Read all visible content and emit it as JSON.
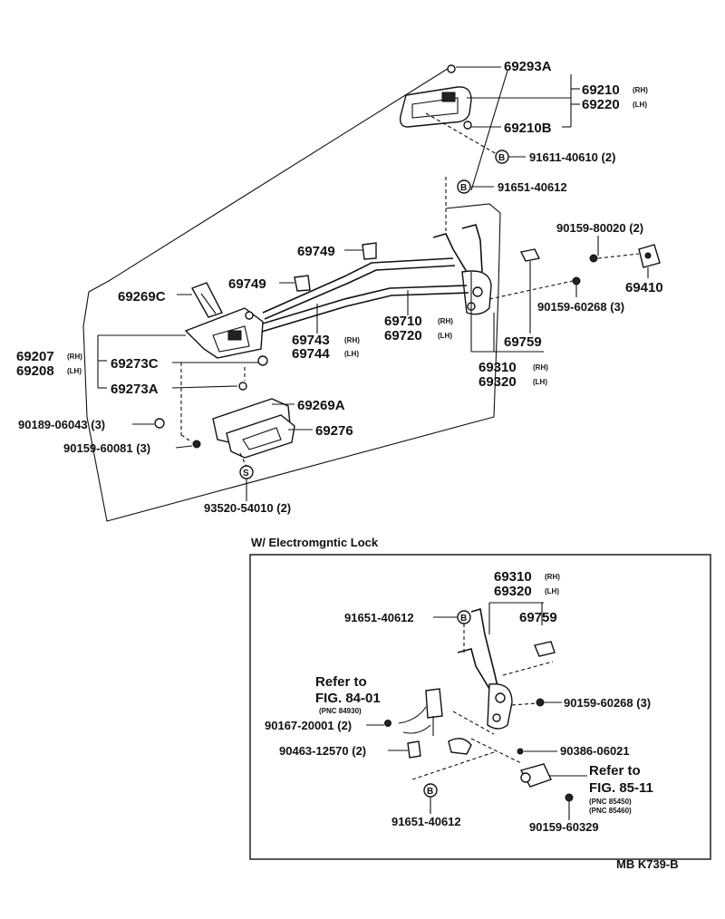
{
  "upper": {
    "labels": [
      {
        "id": "p69293A",
        "text": "69293A"
      },
      {
        "id": "p69210",
        "text": "69210"
      },
      {
        "id": "p69210rh",
        "text": "(RH)"
      },
      {
        "id": "p69220",
        "text": "69220"
      },
      {
        "id": "p69220lh",
        "text": "(LH)"
      },
      {
        "id": "p69210B",
        "text": "69210B"
      },
      {
        "id": "p91611",
        "text": "91611-40610 (2)"
      },
      {
        "id": "p91651a",
        "text": "91651-40612"
      },
      {
        "id": "p90159_80020",
        "text": "90159-80020 (2)"
      },
      {
        "id": "p69749a",
        "text": "69749"
      },
      {
        "id": "p69749b",
        "text": "69749"
      },
      {
        "id": "p69410",
        "text": "69410"
      },
      {
        "id": "p69269C",
        "text": "69269C"
      },
      {
        "id": "p90159_60268a",
        "text": "90159-60268 (3)"
      },
      {
        "id": "p69710",
        "text": "69710"
      },
      {
        "id": "p69710rh",
        "text": "(RH)"
      },
      {
        "id": "p69720",
        "text": "69720"
      },
      {
        "id": "p69720lh",
        "text": "(LH)"
      },
      {
        "id": "p69743",
        "text": "69743"
      },
      {
        "id": "p69743rh",
        "text": "(RH)"
      },
      {
        "id": "p69744",
        "text": "69744"
      },
      {
        "id": "p69744lh",
        "text": "(LH)"
      },
      {
        "id": "p69759a",
        "text": "69759"
      },
      {
        "id": "p69207",
        "text": "69207"
      },
      {
        "id": "p69207rh",
        "text": "(RH)"
      },
      {
        "id": "p69208",
        "text": "69208"
      },
      {
        "id": "p69208lh",
        "text": "(LH)"
      },
      {
        "id": "p69273C",
        "text": "69273C"
      },
      {
        "id": "p69310a",
        "text": "69310"
      },
      {
        "id": "p69310arh",
        "text": "(RH)"
      },
      {
        "id": "p69320a",
        "text": "69320"
      },
      {
        "id": "p69320alh",
        "text": "(LH)"
      },
      {
        "id": "p69273A",
        "text": "69273A"
      },
      {
        "id": "p69269A",
        "text": "69269A"
      },
      {
        "id": "p90189",
        "text": "90189-06043 (3)"
      },
      {
        "id": "p69276",
        "text": "69276"
      },
      {
        "id": "p90159_60081",
        "text": "90159-60081 (3)"
      },
      {
        "id": "p93520",
        "text": "93520-54010 (2)"
      }
    ],
    "markers": {
      "B": "B",
      "S": "S"
    }
  },
  "inset": {
    "title": "W/ Electromgntic Lock",
    "labels": [
      {
        "id": "i69310",
        "text": "69310"
      },
      {
        "id": "i69310rh",
        "text": "(RH)"
      },
      {
        "id": "i69320",
        "text": "69320"
      },
      {
        "id": "i69320lh",
        "text": "(LH)"
      },
      {
        "id": "i91651a",
        "text": "91651-40612"
      },
      {
        "id": "i69759",
        "text": "69759"
      },
      {
        "id": "iRefer1",
        "text": "Refer to"
      },
      {
        "id": "iFig8401",
        "text": "FIG. 84-01"
      },
      {
        "id": "iPnc84930",
        "text": "(PNC 84930)"
      },
      {
        "id": "i90159_60268",
        "text": "90159-60268 (3)"
      },
      {
        "id": "i90167",
        "text": "90167-20001 (2)"
      },
      {
        "id": "i90463",
        "text": "90463-12570 (2)"
      },
      {
        "id": "i90386",
        "text": "90386-06021"
      },
      {
        "id": "iRefer2",
        "text": "Refer to"
      },
      {
        "id": "iFig8511",
        "text": "FIG. 85-11"
      },
      {
        "id": "iPnc85450",
        "text": "(PNC 85450)"
      },
      {
        "id": "iPnc85460",
        "text": "(PNC 85460)"
      },
      {
        "id": "i91651b",
        "text": "91651-40612"
      },
      {
        "id": "i90159_60329",
        "text": "90159-60329"
      }
    ]
  },
  "footer": {
    "code": "MB  K739-B"
  }
}
